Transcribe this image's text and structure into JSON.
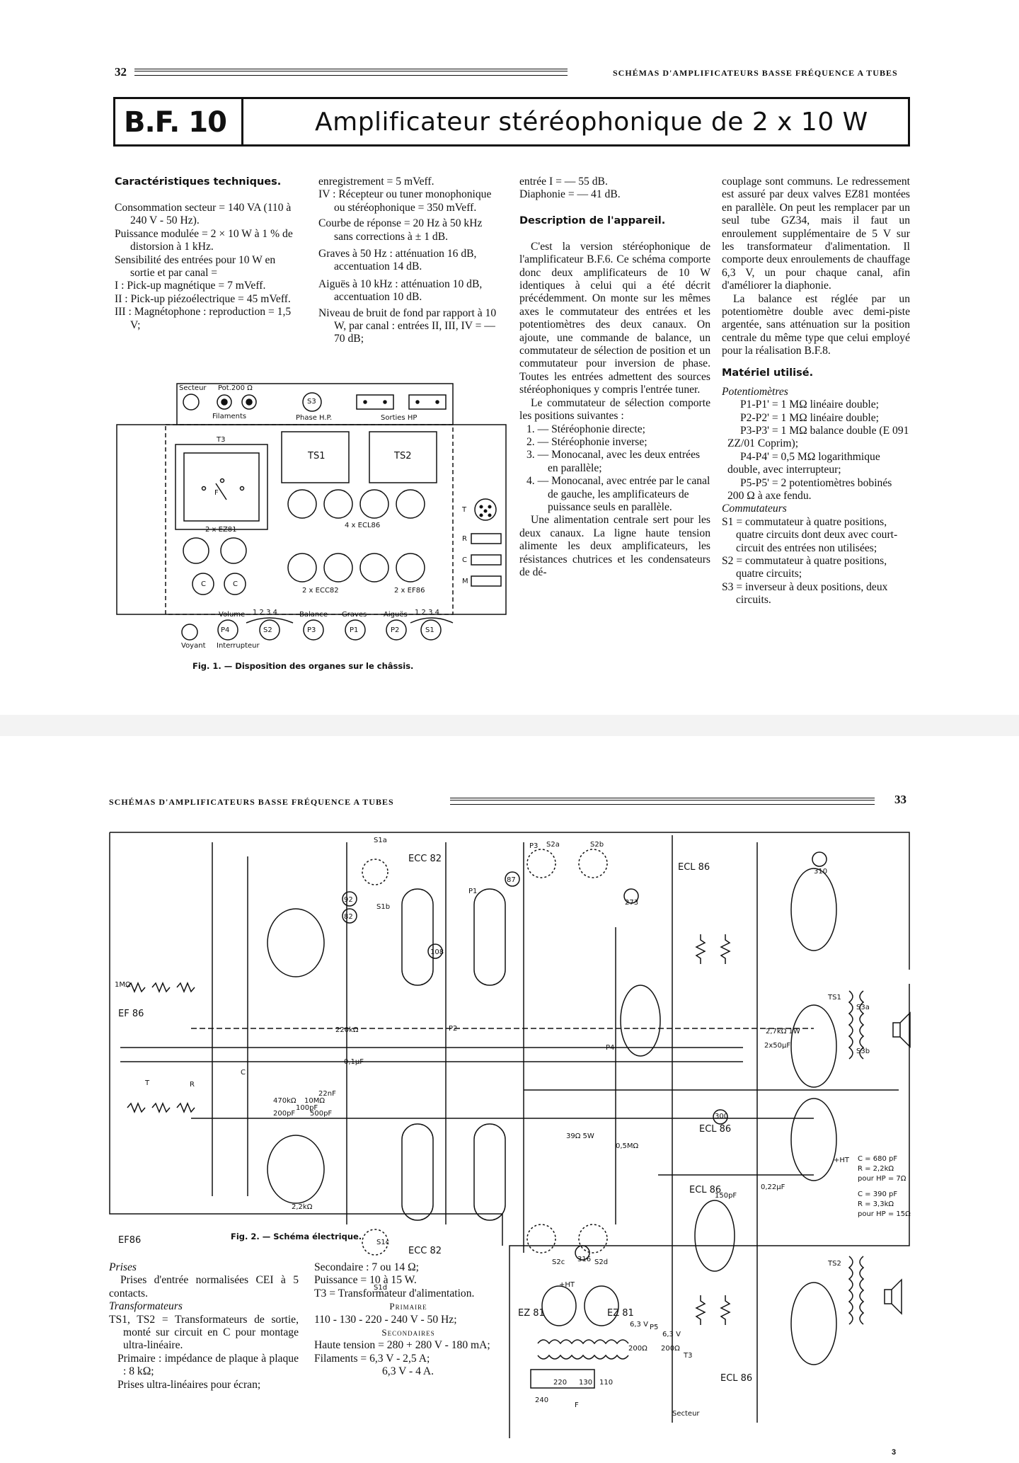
{
  "page1": {
    "page_number": "32",
    "running_head": "SCHÉMAS D'AMPLIFICATEURS BASSE FRÉQUENCE A TUBES",
    "title_code": "B.F. 10",
    "title": "Amplificateur stéréophonique de 2 x 10 W",
    "col1": {
      "heading": "Caractéristiques techniques.",
      "lines": [
        "Consommation secteur = 140 VA (110 à 240 V - 50 Hz).",
        "Puissance modulée = 2 × 10 W à 1 % de distorsion à 1 kHz.",
        "Sensibilité des entrées pour 10 W en sortie et par canal =",
        "I : Pick-up magnétique = 7 mVeff.",
        "II : Pick-up piézoélectrique = 45 mVeff.",
        "III : Magnétophone : reproduction = 1,5 V;"
      ]
    },
    "col2": {
      "lines": [
        "enregistrement = 5 mVeff.",
        "IV : Récepteur ou tuner monophonique ou stéréophonique = 350 mVeff.",
        "Courbe de réponse = 20 Hz à 50 kHz sans corrections à ± 1 dB.",
        "Graves à 50 Hz : atténuation 16 dB, accentuation 14 dB.",
        "Aiguës à 10 kHz : atténuation 10 dB, accentuation 10 dB.",
        "Niveau de bruit de fond par rapport à 10 W, par canal : entrées II, III, IV = — 70 dB;"
      ]
    },
    "col3": {
      "top_lines": [
        "entrée I = — 55 dB.",
        "Diaphonie = — 41 dB."
      ],
      "heading": "Description de l'appareil.",
      "para1": "C'est la version stéréophonique de l'amplificateur B.F.6. Ce schéma comporte donc deux amplificateurs de 10 W identiques à celui qui a été décrit précédemment. On monte sur les mêmes axes le commutateur des entrées et les potentiomètres des deux canaux. On ajoute, une commande de balance, un commutateur de sélection de position et un commutateur pour inversion de phase. Toutes les entrées admettent des sources stéréophoniques y compris l'entrée tuner.",
      "para2": "Le commutateur de sélection comporte les positions suivantes :",
      "list": [
        "1. — Stéréophonie directe;",
        "2. — Stéréophonie inverse;",
        "3. — Monocanal, avec les deux entrées en parallèle;",
        "4. — Monocanal, avec entrée par le canal de gauche, les amplificateurs de puissance seuls en parallèle."
      ],
      "para3": "Une alimentation centrale sert pour les deux canaux. La ligne haute tension alimente les deux amplificateurs, les résistances chutrices et les condensateurs de dé-"
    },
    "col4": {
      "para1": "couplage sont communs. Le redressement est assuré par deux valves EZ81 montées en parallèle. On peut les remplacer par un seul tube GZ34, mais il faut un enroulement supplémentaire de 5 V sur les transformateur d'alimentation. Il comporte deux enroulements de chauffage 6,3 V, un pour chaque canal, afin d'améliorer la diaphonie.",
      "para2": "La balance est réglée par un potentiomètre double avec demi-piste argentée, sans atténuation sur la position centrale du même type que celui employé pour la réalisation B.F.8.",
      "heading": "Matériel utilisé.",
      "sub1": "Potentiomètres",
      "pots": [
        "P1-P1' = 1 MΩ linéaire double;",
        "P2-P2' = 1 MΩ linéaire double;",
        "P3-P3' = 1 MΩ balance double (E 091 ZZ/01 Coprim);",
        "P4-P4' = 0,5 MΩ logarithmique double, avec interrupteur;",
        "P5-P5' = 2 potentiomètres bobinés 200 Ω à axe fendu."
      ],
      "sub2": "Commutateurs",
      "switches": [
        "S1 = commutateur à quatre positions, quatre circuits dont deux avec court-circuit des entrées non utilisées;",
        "S2 = commutateur à quatre positions, quatre circuits;",
        "S3 = inverseur à deux positions, deux circuits."
      ]
    },
    "fig1": {
      "caption": "Fig. 1. — Disposition des organes sur le châssis.",
      "labels": {
        "secteur": "Secteur",
        "pot200": "Pot.200 Ω",
        "filaments": "Filaments",
        "s3": "S3",
        "phase": "Phase H.P.",
        "sorties": "Sorties HP",
        "t3": "T3",
        "f": "F",
        "ts1": "TS1",
        "ts2": "TS2",
        "ez81": "2 x EZ81",
        "ecl86": "4 x ECL86",
        "ecc82": "2 x ECC82",
        "ef86": "2 x EF86",
        "c": "C",
        "t": "T",
        "r": "R",
        "m": "M",
        "volume": "Volume",
        "balance": "Balance",
        "graves": "Graves",
        "aigues": "Aiguës",
        "p4": "P4",
        "s2": "S2",
        "p3": "P3",
        "p1": "P1",
        "p2": "P2",
        "s1": "S1",
        "voyant": "Voyant",
        "interrupteur": "Interrupteur",
        "pos_left": "1 2 3 4",
        "pos_right": "1 2 3 4"
      }
    }
  },
  "page2": {
    "running_head": "SCHÉMAS D'AMPLIFICATEURS BASSE FRÉQUENCE A TUBES",
    "page_number": "33",
    "fig2": {
      "caption": "Fig. 2. — Schéma électrique.",
      "tubes": {
        "ef86_top": "EF 86",
        "ef86_bot": "EF86",
        "ecc82_top": "ECC 82",
        "ecc82_bot": "ECC 82",
        "ecl86_1": "ECL 86",
        "ecl86_2": "ECL 86",
        "ecl86_3": "ECL 86",
        "ecl86_4": "ECL 86",
        "ez81_1": "EZ 81",
        "ez81_2": "EZ 81"
      },
      "labels": {
        "s1a": "S1a",
        "s1b": "S1b",
        "s1c": "S1c",
        "s1d": "S1d",
        "s2a": "S2a",
        "s2b": "S2b",
        "s2c": "S2c",
        "s2d": "S2d",
        "p1": "P1",
        "p2": "P2",
        "p3": "P3",
        "p4": "P4",
        "p5": "P5",
        "ts1": "TS1",
        "ts2": "TS2",
        "t3": "T3",
        "s3a": "S3a",
        "s3b": "S3b",
        "ht": "+HT",
        "ht2": "+HT",
        "secteur": "Secteur",
        "f": "F",
        "r": "R",
        "t": "T",
        "c": "C",
        "v240": "240",
        "v220": "220",
        "v130": "130",
        "v110": "110",
        "v63a": "6,3 V",
        "v63b": "6,3 V",
        "r200a": "200Ω",
        "r200b": "200Ω",
        "c1": "C = 680 pF",
        "c2": "R = 2,2kΩ",
        "c3": "pour HP = 7Ω",
        "c4": "C = 390 pF",
        "c5": "R = 3,3kΩ",
        "c6": "pour HP = 15Ω",
        "v1": "310",
        "v2": "273",
        "v3": "300",
        "v4": "316",
        "v5": "108",
        "v6": "87",
        "v7": "92",
        "v8": "82",
        "r1": "1MΩ",
        "r2": "100pF",
        "r3": "470kΩ",
        "r4": "10MΩ",
        "r5": "22nF",
        "r6": "0,1μF",
        "r7": "200pF",
        "r8": "500pF",
        "r9": "2,2kΩ",
        "r10": "220kΩ",
        "r11": "39Ω 5W",
        "r12": "2,7kΩ 1W",
        "r13": "2x50μF",
        "r14": "0,22μF",
        "r15": "0,5MΩ",
        "r16": "150pF"
      }
    },
    "col1": {
      "sub1": "Prises",
      "p1": "Prises d'entrée normalisées CEI à 5 contacts.",
      "sub2": "Transformateurs",
      "p2": "TS1, TS2 = Transformateurs de sortie, monté sur circuit en C pour montage ultra-linéaire.",
      "p3": "Primaire : impédance de plaque à plaque : 8 kΩ;",
      "p4": "Prises ultra-linéaires pour écran;"
    },
    "col2": {
      "l1": "Secondaire : 7 ou 14 Ω;",
      "l2": "Puissance = 10 à 15 W.",
      "l3": "T3 = Transformateur d'alimentation.",
      "h1": "Primaire",
      "l4": "110 - 130 - 220 - 240 V - 50 Hz;",
      "h2": "Secondaires",
      "l5": "Haute tension = 280 + 280 V - 180 mA;",
      "l6": "Filaments = 6,3 V - 2,5 A;",
      "l7": "6,3 V - 4 A."
    },
    "footer_number": "3"
  }
}
